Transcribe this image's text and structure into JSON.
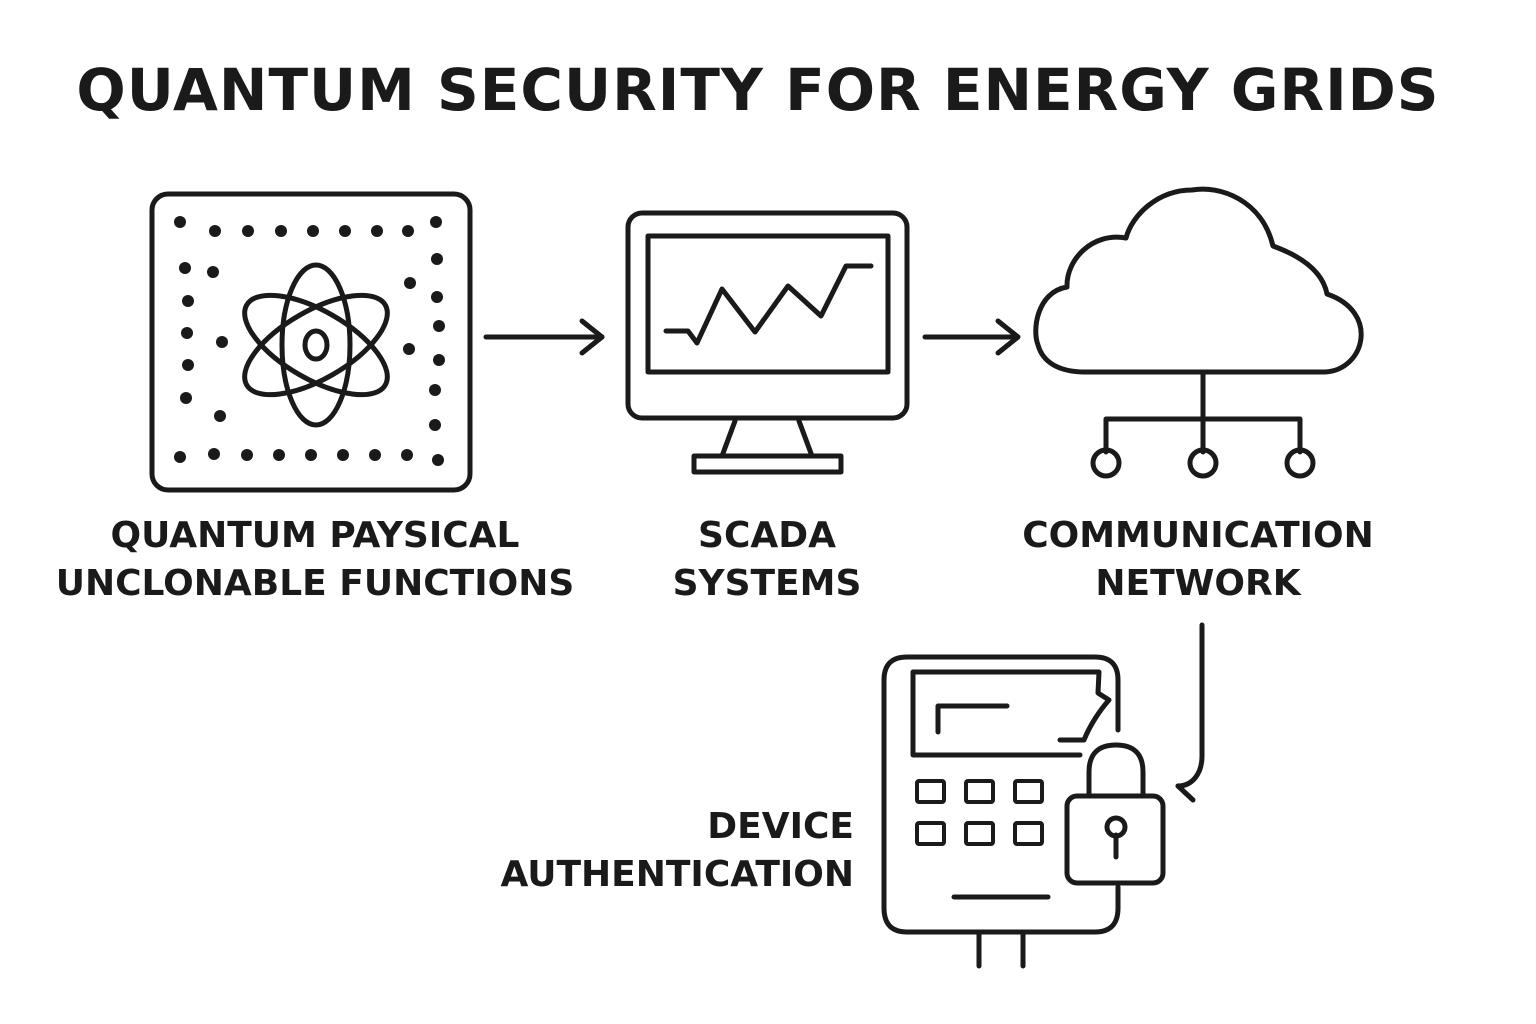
{
  "title": "QUANTUM SECURITY FOR ENERGY GRIDS",
  "nodes": {
    "qpuf": {
      "label_line1": "QUANTUM PAYSICAL",
      "label_line2": "UNCLONABLE FUNCTIONS",
      "icon": "quantum-atom-chip-icon"
    },
    "scada": {
      "label_line1": "SCADA",
      "label_line2": "SYSTEMS",
      "icon": "monitor-chart-icon"
    },
    "comm": {
      "label_line1": "COMMUNICATION",
      "label_line2": "NETWORK",
      "icon": "cloud-network-icon"
    },
    "auth": {
      "label_line1": "DEVICE",
      "label_line2": "AUTHENTICATION",
      "icon": "smart-meter-lock-icon"
    }
  },
  "edges": [
    {
      "from": "qpuf",
      "to": "scada"
    },
    {
      "from": "scada",
      "to": "comm"
    },
    {
      "from": "comm",
      "to": "auth"
    }
  ],
  "colors": {
    "stroke": "#1a1a1a",
    "background": "#ffffff"
  }
}
